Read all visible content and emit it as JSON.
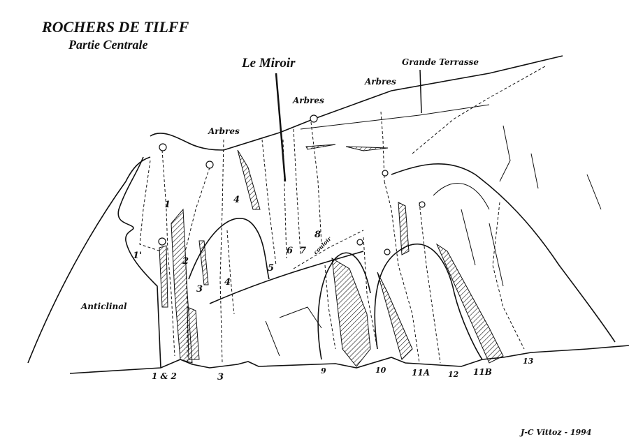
{
  "title": "ROCHERS DE TILFF",
  "subtitle": "Partie Centrale",
  "callouts": {
    "miroir": "Le Miroir",
    "grande_terrasse": "Grande Terrasse",
    "arbres_1": "Arbres",
    "arbres_2": "Arbres",
    "arbres_3": "Arbres",
    "anticlinal": "Anticlinal",
    "couloir": "couloir"
  },
  "route_labels_wall": [
    "1",
    "1'",
    "2",
    "3",
    "4",
    "4",
    "5",
    "6",
    "7",
    "8"
  ],
  "route_labels_base": [
    "1 & 2",
    "3",
    "9",
    "10",
    "11A",
    "12",
    "11B",
    "13"
  ],
  "credit": "J-C Vittoz - 1994"
}
